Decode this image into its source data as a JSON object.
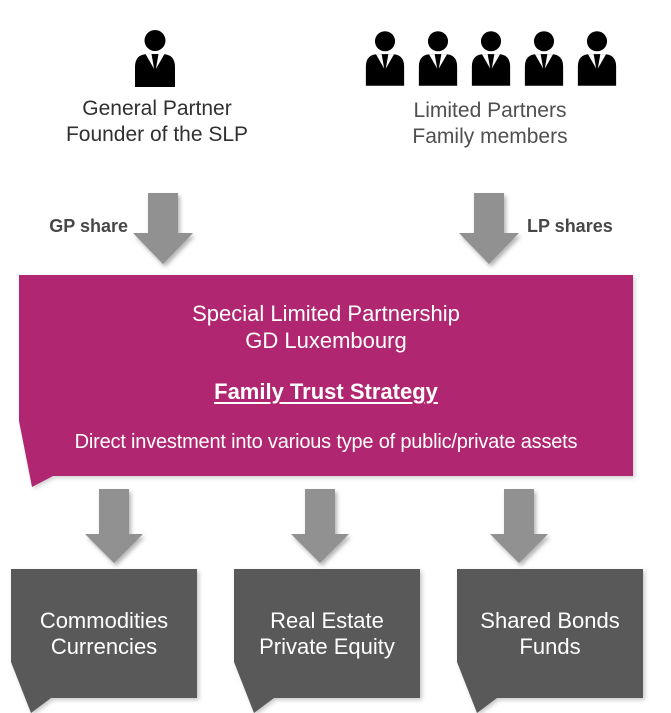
{
  "actors": {
    "gp": {
      "icon": "businessman-icon",
      "line1": "General Partner",
      "line2": "Founder of the SLP"
    },
    "lp": {
      "icon": "businessman-icon",
      "icon_count": 5,
      "line1": "Limited Partners",
      "line2": "Family members"
    }
  },
  "flows": {
    "gp": {
      "label": "GP share",
      "icon": "down-block-arrow"
    },
    "lp": {
      "label": "LP shares",
      "icon": "down-block-arrow"
    }
  },
  "partnership_box": {
    "line1": "Special Limited Partnership",
    "line2": "GD Luxembourg",
    "strategy": "Family Trust Strategy",
    "description": "Direct investment into various type of public/private assets"
  },
  "asset_boxes": [
    {
      "line1": "Commodities",
      "line2": "Currencies"
    },
    {
      "line1": "Real Estate",
      "line2": "Private Equity"
    },
    {
      "line1": "Shared Bonds",
      "line2": "Funds"
    }
  ],
  "colors": {
    "magenta": "#b02670",
    "dark_gray": "#595959",
    "arrow_gray": "#919191",
    "icon_black": "#000000"
  }
}
